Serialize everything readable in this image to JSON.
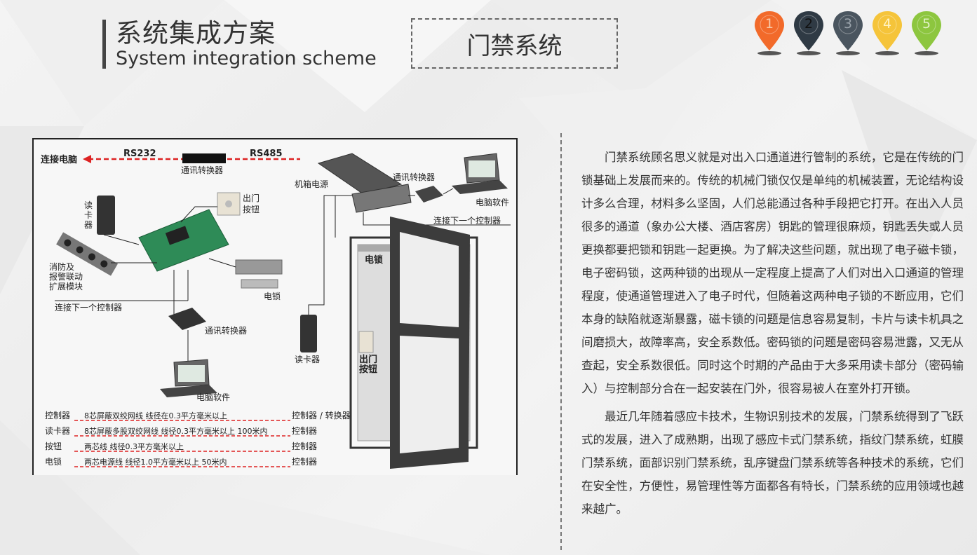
{
  "header": {
    "title_cn": "系统集成方案",
    "title_en": "System integration scheme",
    "section": "门禁系统"
  },
  "pins": [
    {
      "num": "1",
      "color": "#f26a2a",
      "text_color": "#f8c9a8"
    },
    {
      "num": "2",
      "color": "#2f3a44",
      "text_color": "#111111"
    },
    {
      "num": "3",
      "color": "#4a555f",
      "text_color": "#9aa3ab"
    },
    {
      "num": "4",
      "color": "#f5c43a",
      "text_color": "#fff3c4"
    },
    {
      "num": "5",
      "color": "#8dc63f",
      "text_color": "#e3f2c8"
    }
  ],
  "diagram": {
    "connect_pc": "连接电脑",
    "rs232": "RS232",
    "rs485": "RS485",
    "converter_top": "通讯转换器",
    "card_reader_left": "读卡器",
    "exit_button_top": [
      "出门",
      "按钮"
    ],
    "fire_module": [
      "消防及",
      "报警联动",
      "扩展模块"
    ],
    "lock_left": "电锁",
    "next_controller_left": "连接下一个控制器",
    "converter_mid": "通讯转换器",
    "pc_software_left": "电脑软件",
    "cabinet_power": "机箱电源",
    "converter_right": "通讯转换器",
    "pc_software_right": "电脑软件",
    "next_controller_right": "连接下一个控制器",
    "lock_door": "电锁",
    "card_reader_door": "读卡器",
    "exit_button_door": [
      "出门",
      "按钮"
    ],
    "wiring": [
      {
        "from": "控制器",
        "desc": "8芯屏蔽双绞网线 线径在0.3平方毫米以上",
        "to": "控制器 / 转换器"
      },
      {
        "from": "读卡器",
        "desc": "8芯屏蔽多股双绞网线 线径0.3平方毫米以上 100米内",
        "to": "控制器"
      },
      {
        "from": "按钮",
        "desc": "两芯线  线径0.3平方毫米以上",
        "to": "控制器"
      },
      {
        "from": "电锁",
        "desc": "两芯电源线  线径1.0平方毫米以上  50米内",
        "to": "控制器"
      }
    ]
  },
  "body_text": [
    "门禁系统顾名思义就是对出入口通道进行管制的系统，它是在传统的门锁基础上发展而来的。传统的机械门锁仅仅是单纯的机械装置，无论结构设计多么合理，材料多么坚固，人们总能通过各种手段把它打开。在出入人员很多的通道（象办公大楼、酒店客房）钥匙的管理很麻烦，钥匙丢失或人员更换都要把锁和钥匙一起更换。为了解决这些问题，就出现了电子磁卡锁，电子密码锁，这两种锁的出现从一定程度上提高了人们对出入口通道的管理程度，使通道管理进入了电子时代，但随着这两种电子锁的不断应用，它们本身的缺陷就逐渐暴露，磁卡锁的问题是信息容易复制，卡片与读卡机具之间磨损大，故障率高，安全系数低。密码锁的问题是密码容易泄露，又无从查起，安全系数很低。同时这个时期的产品由于大多采用读卡部分（密码输入）与控制部分合在一起安装在门外，很容易被人在室外打开锁。",
    "最近几年随着感应卡技术，生物识别技术的发展，门禁系统得到了飞跃式的发展，进入了成熟期，出现了感应卡式门禁系统，指纹门禁系统，虹膜门禁系统，面部识别门禁系统，乱序键盘门禁系统等各种技术的系统，它们在安全性，方便性，易管理性等方面都各有特长，门禁系统的应用领域也越来越广。"
  ]
}
